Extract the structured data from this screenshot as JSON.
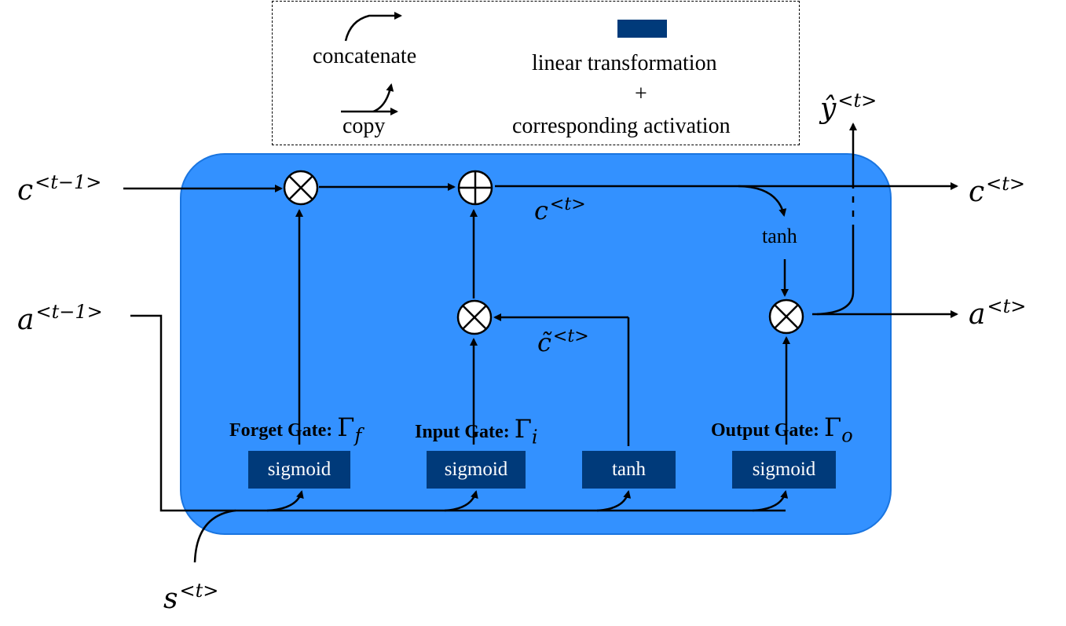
{
  "legend": {
    "concatenate_label": "concatenate",
    "copy_label": "copy",
    "linear_label": "linear transformation",
    "plus_label": "+",
    "activation_label": "corresponding activation",
    "swatch_color": "#003a7a"
  },
  "cell": {
    "fill_color": "#3391ff",
    "border_color": "#1a75e0"
  },
  "inputs": {
    "c_prev": {
      "base": "c",
      "sup": "<t−1>"
    },
    "a_prev": {
      "base": "a",
      "sup": "<t−1>"
    },
    "s_t": {
      "base": "s",
      "sup": "<t>"
    }
  },
  "outputs": {
    "c_t": {
      "base": "c",
      "sup": "<t>"
    },
    "a_t": {
      "base": "a",
      "sup": "<t>"
    },
    "y_hat": {
      "base": "ŷ",
      "sup": "<t>"
    }
  },
  "internal": {
    "c_mid": {
      "base": "c",
      "sup": "<t>"
    },
    "c_tilde": {
      "base": "c̃",
      "sup": "<t>"
    },
    "tanh_label": "tanh"
  },
  "gates": {
    "forget": {
      "title": "Forget Gate:",
      "symbol": "Γ",
      "sub": "f",
      "activation": "sigmoid"
    },
    "input": {
      "title": "Input Gate:",
      "symbol": "Γ",
      "sub": "i",
      "activation": "sigmoid"
    },
    "candidate": {
      "activation": "tanh"
    },
    "output": {
      "title": "Output Gate:",
      "symbol": "Γ",
      "sub": "o",
      "activation": "sigmoid"
    }
  },
  "operators": {
    "multiply_icon": "circle-times",
    "add_icon": "circle-plus"
  }
}
